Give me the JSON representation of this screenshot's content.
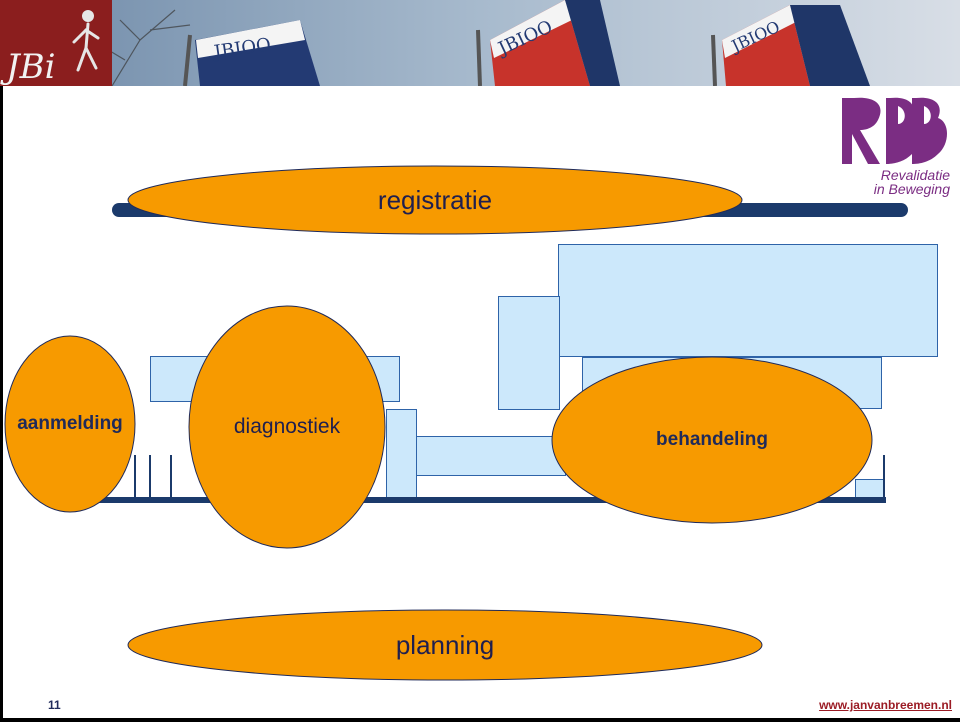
{
  "banner": {
    "logo_text": "JBi",
    "flag_text": "JBIOO"
  },
  "brand": {
    "line1": "Revalidatie",
    "line2": "in Beweging"
  },
  "diagram": {
    "registratie": "registratie",
    "aanmelding": "aanmelding",
    "diagnostiek": "diagnostiek",
    "behandeling": "behandeling",
    "planning": "planning"
  },
  "footer": {
    "page_number": "11",
    "url": "www.janvanbreemen.nl"
  },
  "colors": {
    "ellipse_fill": "#f79a00",
    "box_fill": "#cce8fb",
    "line": "#1b3a6b",
    "brand_purple": "#7b2d83",
    "jbi_red": "#8b1e1e"
  }
}
